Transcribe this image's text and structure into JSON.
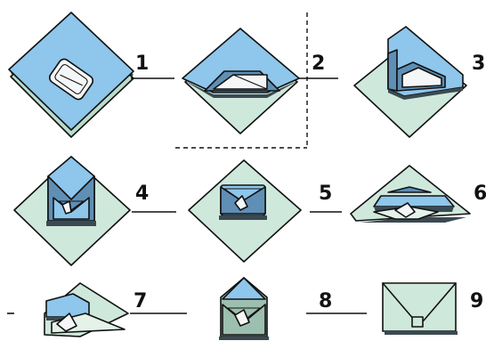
{
  "steps": [
    {
      "id": 1,
      "label": "1"
    },
    {
      "id": 2,
      "label": "2"
    },
    {
      "id": 3,
      "label": "3"
    },
    {
      "id": 4,
      "label": "4"
    },
    {
      "id": 5,
      "label": "5"
    },
    {
      "id": 6,
      "label": "6"
    },
    {
      "id": 7,
      "label": "7"
    },
    {
      "id": 8,
      "label": "8"
    },
    {
      "id": 9,
      "label": "9"
    }
  ],
  "colors": {
    "blue_paper": "#8ec6ec",
    "blue_dark": "#5f8fb5",
    "green_paper": "#cfe8dc",
    "green_dark": "#9dbfb0",
    "shadow": "#3b4a52",
    "ink": "#111111",
    "white_card": "#f4f6f7"
  }
}
